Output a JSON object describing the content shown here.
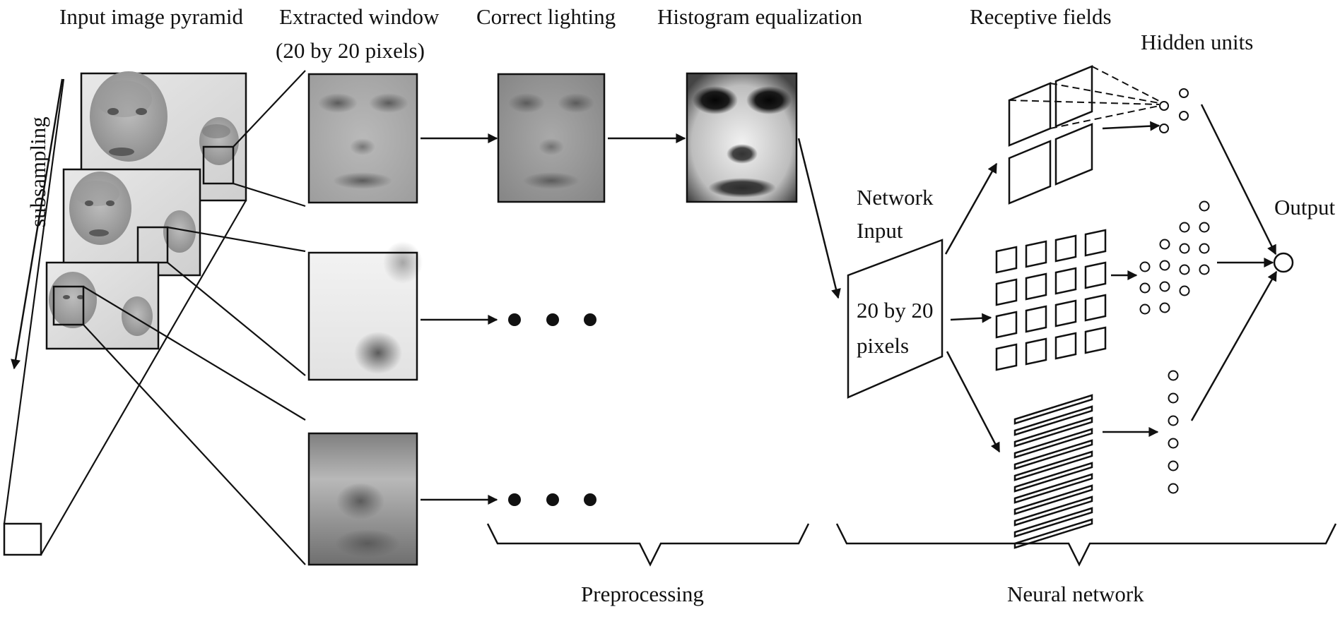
{
  "labels": {
    "input_pyramid": "Input image pyramid",
    "extracted_window_1": "Extracted window",
    "extracted_window_2": "(20 by 20 pixels)",
    "correct_lighting": "Correct lighting",
    "histogram_equalization": "Histogram equalization",
    "receptive_fields": "Receptive fields",
    "hidden_units": "Hidden units",
    "subsampling": "subsampling",
    "network_input_1": "Network",
    "network_input_2": "Input",
    "net_size_1": "20 by 20",
    "net_size_2": "pixels",
    "output": "Output",
    "preprocessing": "Preprocessing",
    "neural_network": "Neural network"
  }
}
